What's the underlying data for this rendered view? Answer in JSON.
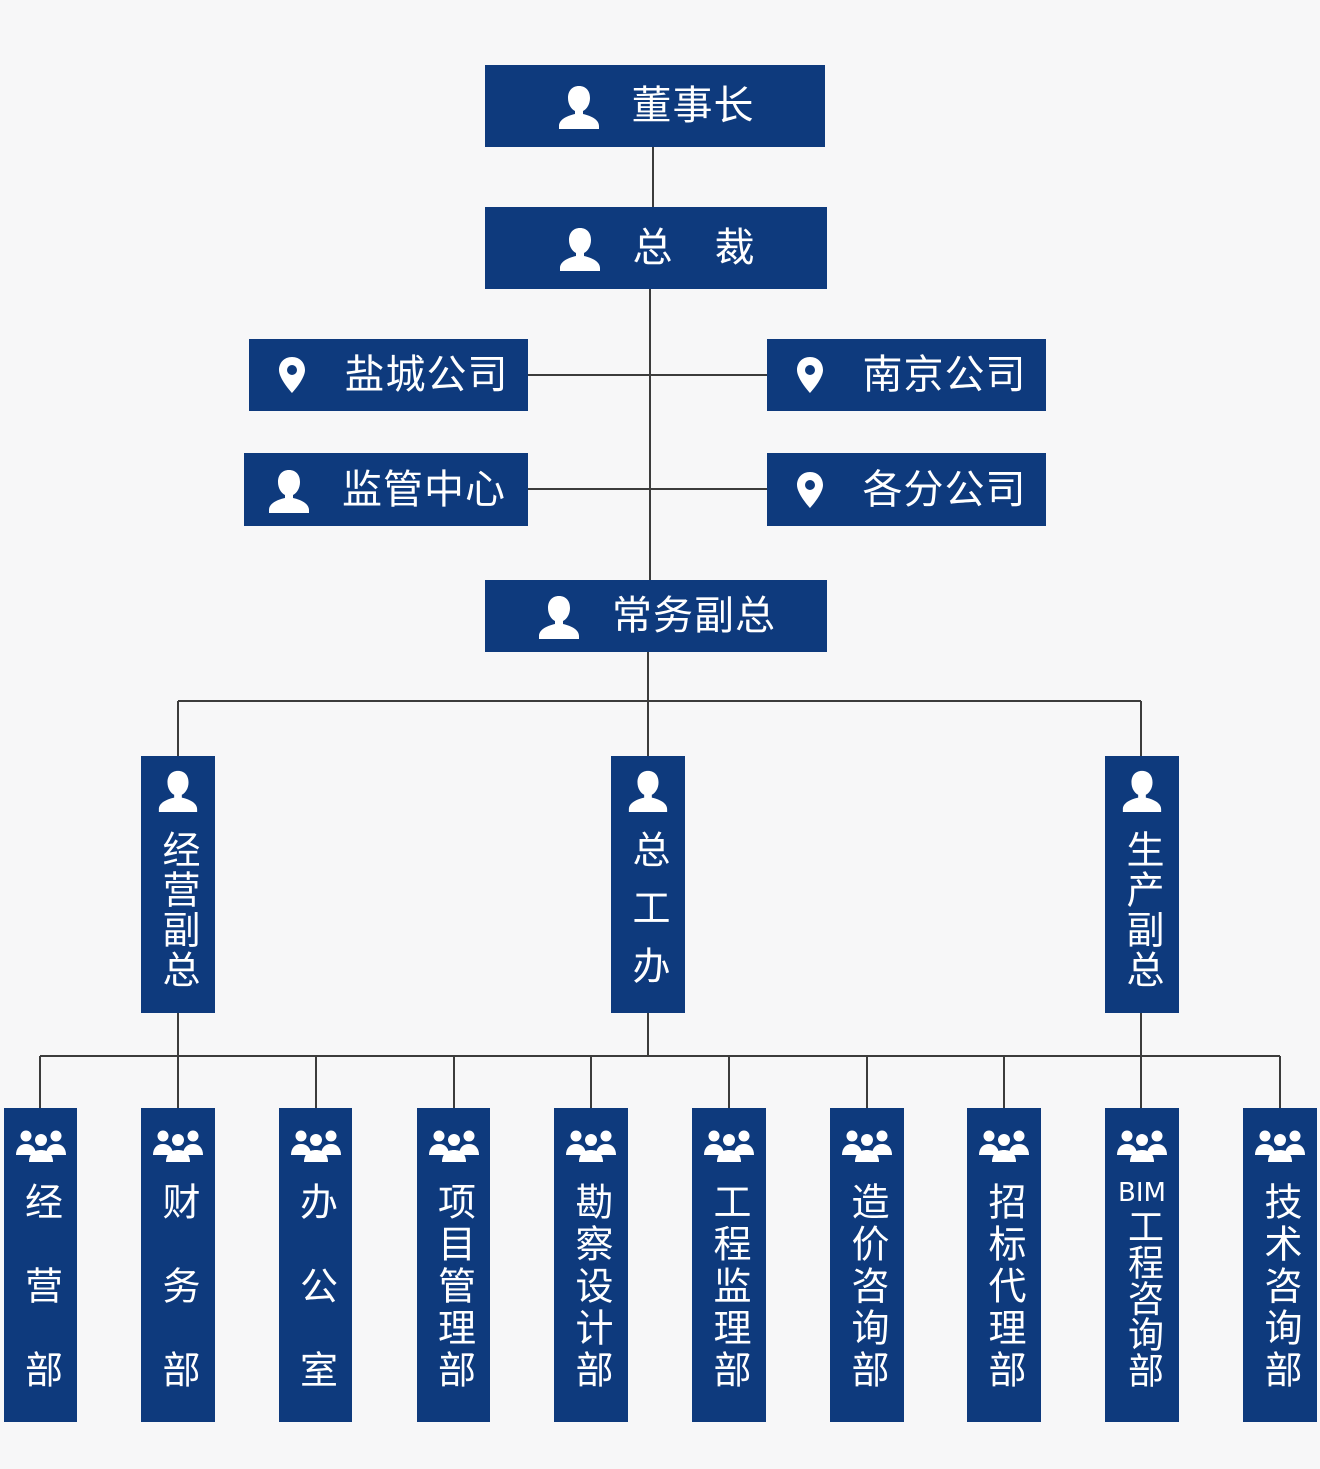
{
  "top": {
    "chairman": {
      "label": "董事长",
      "icon": "person-icon"
    },
    "president": {
      "label": "总　裁",
      "icon": "person-icon"
    },
    "yancheng_company": {
      "label": "盐城公司",
      "icon": "location-pin-icon"
    },
    "nanjing_company": {
      "label": "南京公司",
      "icon": "location-pin-icon"
    },
    "supervision_center": {
      "label": "监管中心",
      "icon": "person-icon"
    },
    "branch_companies": {
      "label": "各分公司",
      "icon": "location-pin-icon"
    },
    "executive_vp": {
      "label": "常务副总",
      "icon": "person-icon"
    }
  },
  "vps": [
    {
      "label": "经营副总",
      "icon": "person-icon"
    },
    {
      "label": "总工办",
      "icon": "person-icon"
    },
    {
      "label": "生产副总",
      "icon": "person-icon"
    }
  ],
  "departments": [
    {
      "label": "经营部",
      "icon": "group-icon"
    },
    {
      "label": "财务部",
      "icon": "group-icon"
    },
    {
      "label": "办公室",
      "icon": "group-icon"
    },
    {
      "label": "项目管理部",
      "icon": "group-icon"
    },
    {
      "label": "勘察设计部",
      "icon": "group-icon"
    },
    {
      "label": "工程监理部",
      "icon": "group-icon"
    },
    {
      "label": "造价咨询部",
      "icon": "group-icon"
    },
    {
      "label": "招标代理部",
      "icon": "group-icon"
    },
    {
      "label": "BIM",
      "label_rest": "工程咨询部",
      "icon": "group-icon"
    },
    {
      "label": "技术咨询部",
      "icon": "group-icon"
    }
  ],
  "colors": {
    "box": "#0e3a7d",
    "line": "#3c3c3c",
    "background": "#f7f7f8",
    "text": "#ffffff"
  }
}
